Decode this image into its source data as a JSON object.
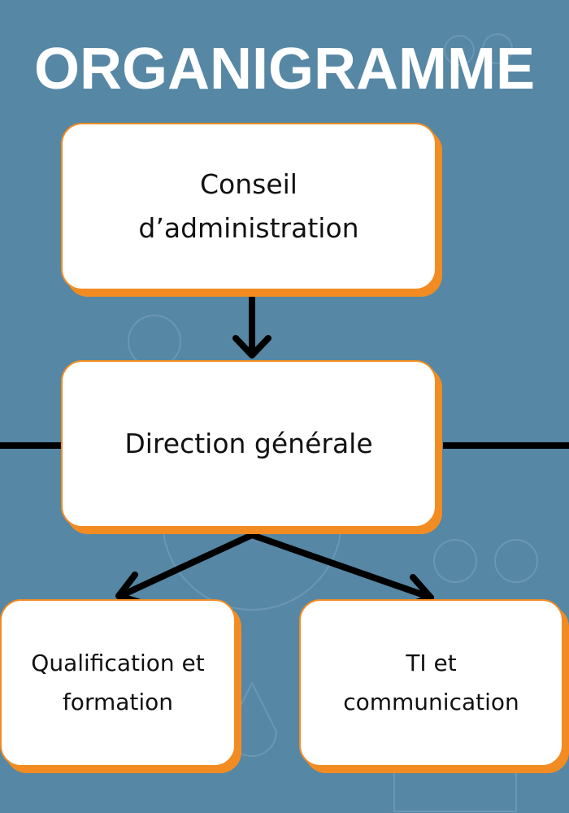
{
  "title": "ORGANIGRAMME",
  "colors": {
    "background": "#5687a5",
    "box_border": "#f28c22",
    "box_fill": "#ffffff",
    "arrow": "#000000"
  },
  "nodes": [
    {
      "line1": "Conseil",
      "line2": "d’administration"
    },
    {
      "line1": "Direction générale"
    },
    {
      "line1": "Qualification et",
      "line2": "formation"
    },
    {
      "line1": "TI et",
      "line2": "communication"
    }
  ]
}
